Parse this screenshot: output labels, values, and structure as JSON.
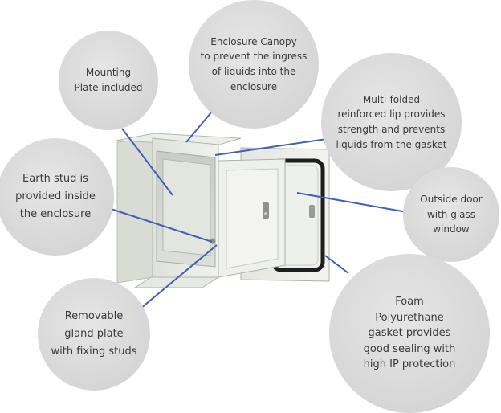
{
  "callouts": {
    "mounting_plate": "Mounting\nPlate included",
    "canopy": "Enclosure Canopy\nto prevent the ingress\nof liquids into the\nenclosure",
    "reinforced_lip": "Multi-folded\nreinforced lip provides\nstrength and prevents\nliquids from the gasket",
    "earth_stud": "Earth stud is\nprovided inside\nthe enclosure",
    "outside_door": "Outside door\nwith glass\nwindow",
    "gland_plate": "Removable\ngland plate\nwith fixing studs",
    "foam_gasket": "Foam\nPolyurethane\ngasket provides\ngood sealing with\nhigh IP protection"
  },
  "colors": {
    "leader_line": "#3f5fb8",
    "bubble": "#d8d8d8",
    "enclosure_body": "#e9ebe6",
    "gasket": "#1e1e1e"
  }
}
